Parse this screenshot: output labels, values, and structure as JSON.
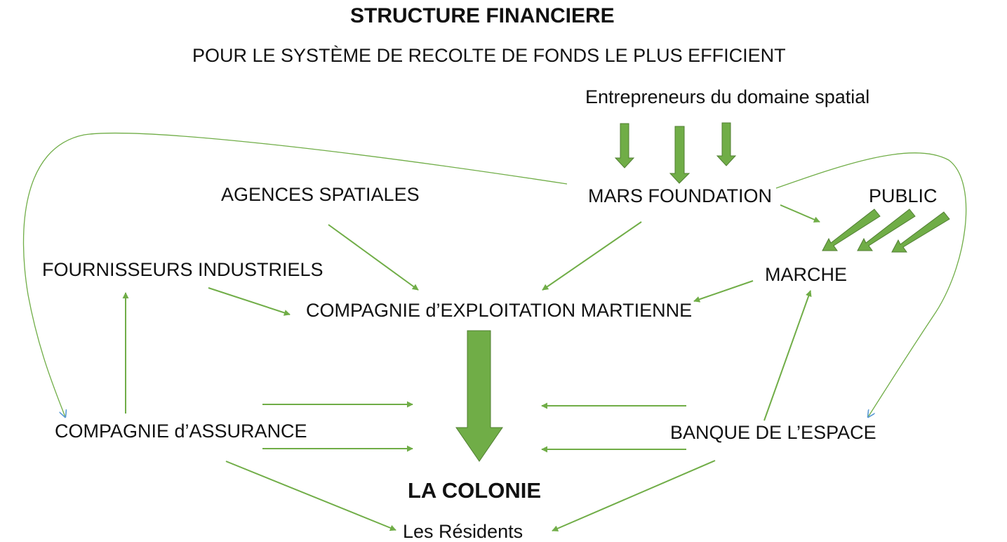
{
  "title": "STRUCTURE FINANCIERE",
  "subtitle": "POUR LE SYSTÈME DE RECOLTE DE FONDS LE PLUS EFFICIENT",
  "nodes": {
    "entrepreneurs": "Entrepreneurs du domaine spatial",
    "agences": "AGENCES SPATIALES",
    "mars_foundation": "MARS FOUNDATION",
    "public": "PUBLIC",
    "fournisseurs": "FOURNISSEURS INDUSTRIELS",
    "marche": "MARCHE",
    "compagnie_exploitation": "COMPAGNIE d’EXPLOITATION MARTIENNE",
    "compagnie_assurance": "COMPAGNIE d’ASSURANCE",
    "banque": "BANQUE DE L’ESPACE",
    "colonie": "LA COLONIE",
    "residents": "Les Résidents"
  },
  "colors": {
    "arrow": "#70ad47",
    "curve_head": "#5b9bd5",
    "text": "#111111"
  }
}
